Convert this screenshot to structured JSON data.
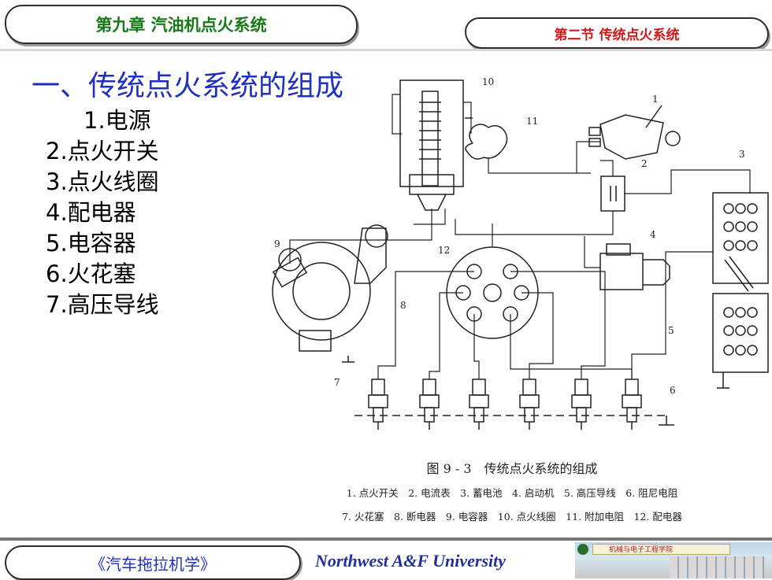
{
  "header": {
    "chapter": "第九章 汽油机点火系统",
    "section": "第二节 传统点火系统"
  },
  "title": "一、传统点火系统的组成",
  "components": [
    "1.电源",
    "2.点火开关",
    "3.点火线圈",
    "4.配电器",
    "5.电容器",
    "6.火花塞",
    "7.高压导线"
  ],
  "figure": {
    "numbers": [
      "1",
      "2",
      "3",
      "4",
      "5",
      "6",
      "7",
      "8",
      "9",
      "10",
      "11",
      "12"
    ],
    "caption_title": "图 9 - 3　传统点火系统的组成",
    "legend_line1": "1. 点火开关　2. 电流表　3. 蓄电池　4. 启动机　5. 高压导线　6. 阻尼电阻",
    "legend_line2": "7. 火花塞　8. 断电器　9. 电容器　10. 点火线圈　11. 附加电阻　12. 配电器"
  },
  "footer": {
    "course": "《汽车拖拉机学》",
    "university": "Northwest  A&F  University",
    "photo_banner": "机械与电子工程学院"
  },
  "colors": {
    "header_text": "#167a16",
    "title_text": "#1f2fbf",
    "section_text": "#cc1a1a"
  }
}
